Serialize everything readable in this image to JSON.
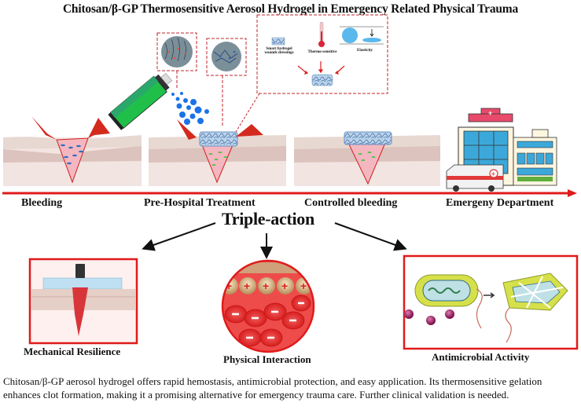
{
  "title": "Chitosan/β-GP Thermosensitive Aerosol Hydrogel in Emergency Related Physical Trauma",
  "inset": {
    "items": [
      {
        "label_line1": "Smart hydrogel",
        "label_line2": "wounds dressings"
      },
      {
        "label_line1": "Thermo-sensitive",
        "label_line2": ""
      },
      {
        "label_line1": "Elasticity",
        "label_line2": ""
      }
    ]
  },
  "stages": [
    {
      "label": "Bleeding",
      "icon": "bleeding-wound"
    },
    {
      "label": "Pre-Hospital Treatment",
      "icon": "aerosol-spray-wound"
    },
    {
      "label": "Controlled bleeding",
      "icon": "hydrogel-covered-wound"
    },
    {
      "label": "Emergeny Department",
      "icon": "hospital-ambulance"
    }
  ],
  "center_label": "Triple-action",
  "actions": [
    {
      "label": "Mechanical Resilience",
      "icon": "mechanical-pressure"
    },
    {
      "label": "Physical Interaction",
      "icon": "charge-interaction"
    },
    {
      "label": "Antimicrobial Activity",
      "icon": "bacteria-lysis"
    }
  ],
  "summary": "Chitosan/β-GP aerosol hydrogel offers rapid hemostasis, antimicrobial protection, and easy application. Its thermosensitive gelation enhances clot formation, making it a promising alternative for emergency trauma care. Further clinical validation is needed.",
  "colors": {
    "accent_red": "#e01b1b",
    "dashed_red": "#c0262d",
    "spray_blue": "#1a73e8",
    "can_green": "#1fbf4a",
    "skin": "#efd9d6"
  }
}
